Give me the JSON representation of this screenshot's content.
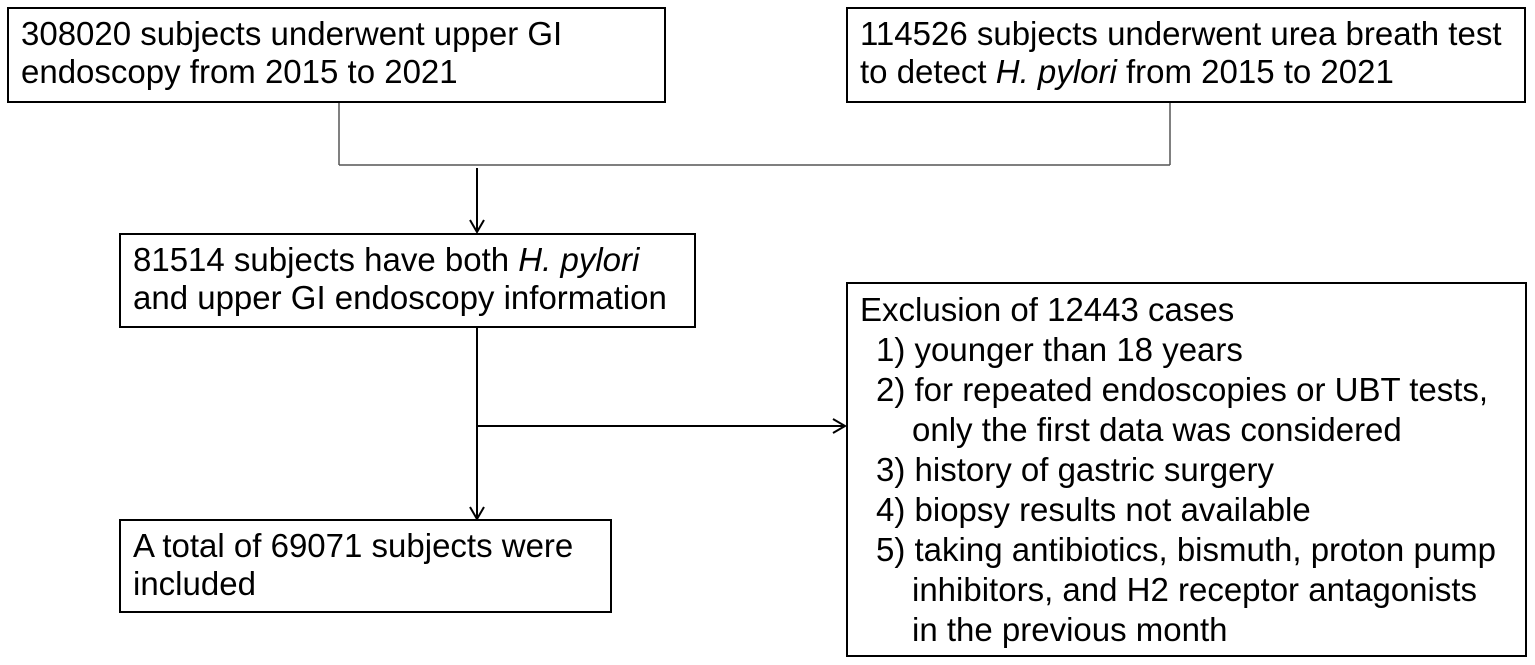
{
  "diagram": {
    "box_endoscopy": {
      "line1": "308020 subjects underwent upper GI",
      "line2": "endoscopy from 2015 to 2021"
    },
    "box_ubt": {
      "line1": "114526 subjects underwent urea breath test",
      "line2_pre": "to detect ",
      "line2_italic": "H. pylori",
      "line2_post": " from 2015 to 2021"
    },
    "box_both": {
      "line1_pre": "81514 subjects have both ",
      "line1_italic": "H. pylori",
      "line2": "and upper GI endoscopy information"
    },
    "box_included": {
      "line1": "A total of 69071 subjects were",
      "line2": "included"
    },
    "box_exclusion": {
      "title": "Exclusion of 12443 cases",
      "item1": "1) younger than 18 years",
      "item2a": "2) for repeated endoscopies or UBT tests,",
      "item2b": "only the first data was considered",
      "item3": "3) history of gastric surgery",
      "item4": "4) biopsy results not available",
      "item5a": "5) taking antibiotics, bismuth, proton pump",
      "item5b": "inhibitors, and H2 receptor antagonists",
      "item5c": "in the previous month"
    }
  }
}
